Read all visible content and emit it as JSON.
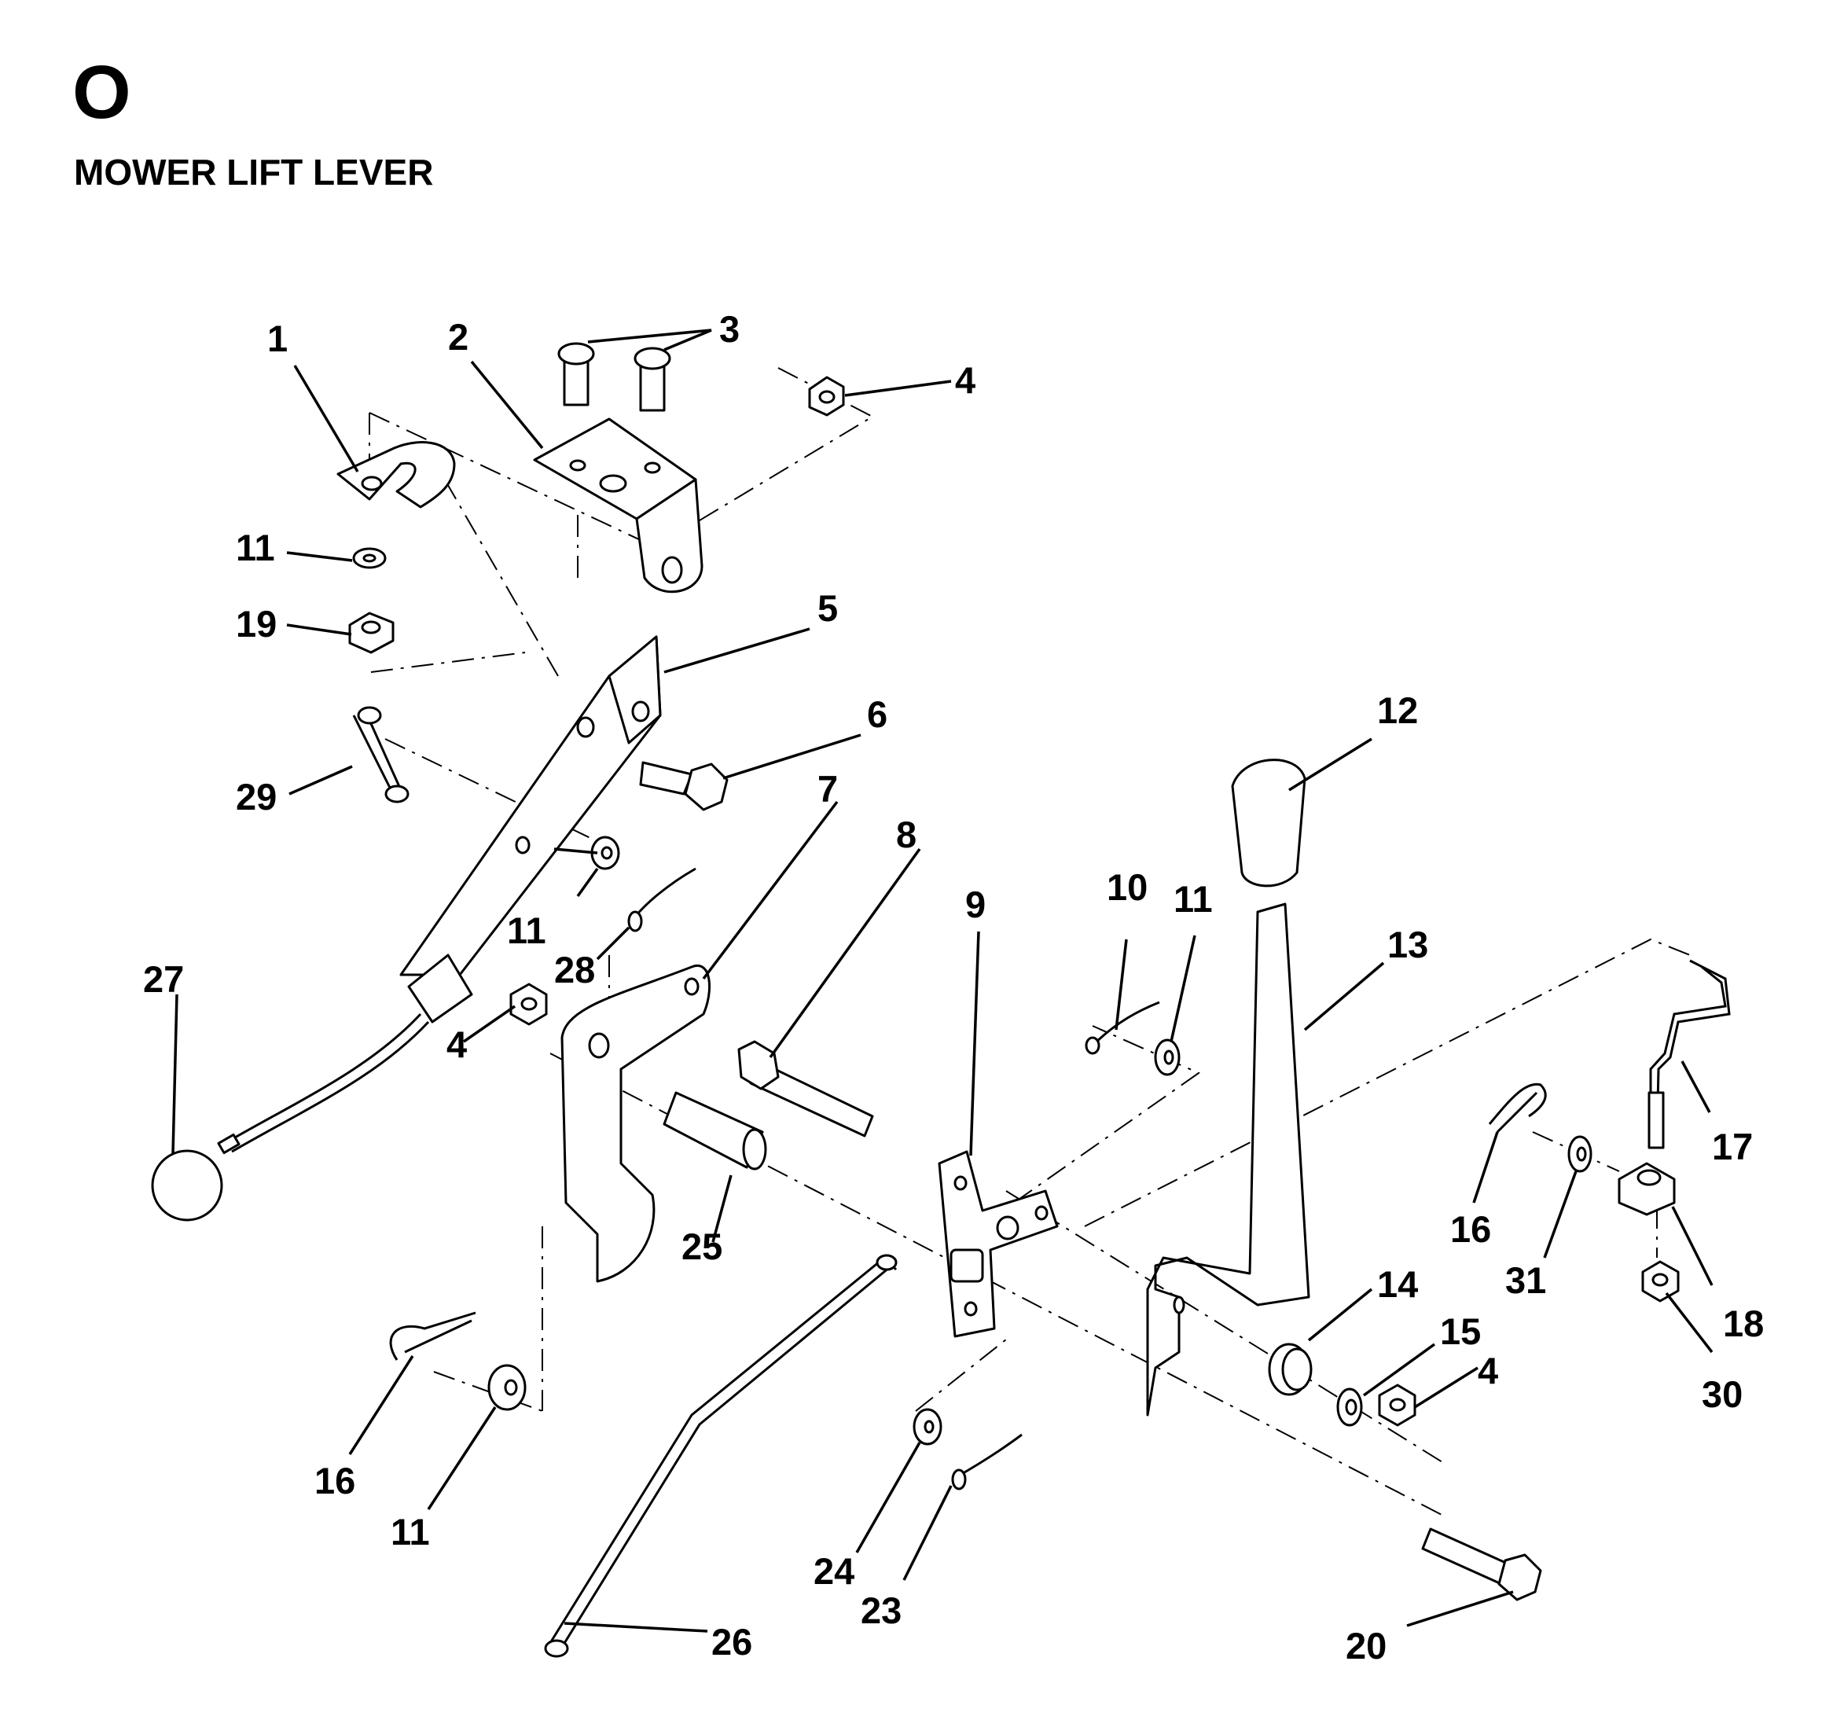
{
  "header": {
    "section_letter": "O",
    "section_title": "MOWER LIFT LEVER"
  },
  "callouts": [
    {
      "id": "c1",
      "label": "1"
    },
    {
      "id": "c2",
      "label": "2"
    },
    {
      "id": "c3",
      "label": "3"
    },
    {
      "id": "c4a",
      "label": "4"
    },
    {
      "id": "c5",
      "label": "5"
    },
    {
      "id": "c6",
      "label": "6"
    },
    {
      "id": "c7",
      "label": "7"
    },
    {
      "id": "c8",
      "label": "8"
    },
    {
      "id": "c9",
      "label": "9"
    },
    {
      "id": "c10",
      "label": "10"
    },
    {
      "id": "c11a",
      "label": "11"
    },
    {
      "id": "c11b",
      "label": "11"
    },
    {
      "id": "c11c",
      "label": "11"
    },
    {
      "id": "c11d",
      "label": "11"
    },
    {
      "id": "c12",
      "label": "12"
    },
    {
      "id": "c13",
      "label": "13"
    },
    {
      "id": "c14",
      "label": "14"
    },
    {
      "id": "c15",
      "label": "15"
    },
    {
      "id": "c4b",
      "label": "4"
    },
    {
      "id": "c4c",
      "label": "4"
    },
    {
      "id": "c16a",
      "label": "16"
    },
    {
      "id": "c16b",
      "label": "16"
    },
    {
      "id": "c17",
      "label": "17"
    },
    {
      "id": "c18",
      "label": "18"
    },
    {
      "id": "c19",
      "label": "19"
    },
    {
      "id": "c20",
      "label": "20"
    },
    {
      "id": "c23",
      "label": "23"
    },
    {
      "id": "c24",
      "label": "24"
    },
    {
      "id": "c25",
      "label": "25"
    },
    {
      "id": "c26",
      "label": "26"
    },
    {
      "id": "c27",
      "label": "27"
    },
    {
      "id": "c28",
      "label": "28"
    },
    {
      "id": "c29",
      "label": "29"
    },
    {
      "id": "c30",
      "label": "30"
    },
    {
      "id": "c31",
      "label": "31"
    }
  ]
}
